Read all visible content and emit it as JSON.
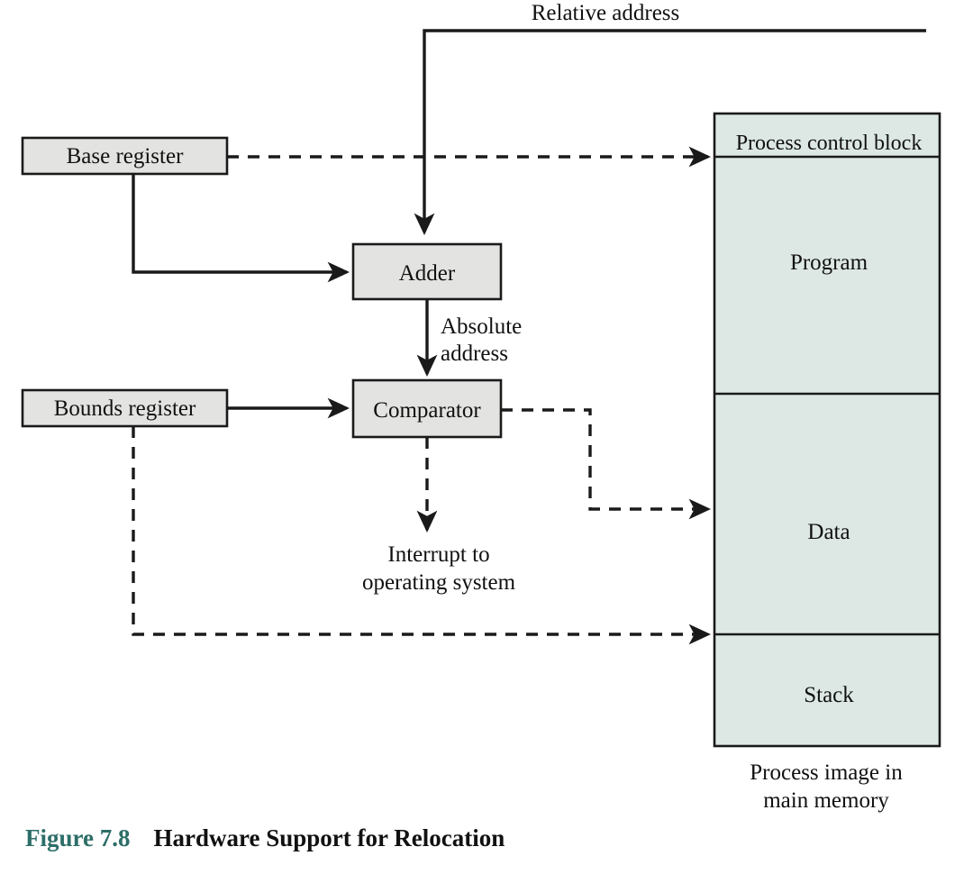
{
  "figure": {
    "number_label": "Figure 7.8",
    "title": "Hardware Support for Relocation"
  },
  "diagram": {
    "type": "block-diagram",
    "boxes": [
      {
        "id": "base-register",
        "label": "Base register"
      },
      {
        "id": "bounds-register",
        "label": "Bounds register"
      },
      {
        "id": "adder",
        "label": "Adder"
      },
      {
        "id": "comparator",
        "label": "Comparator"
      }
    ],
    "edge_labels": {
      "relative_address": "Relative address",
      "absolute_address_line1": "Absolute",
      "absolute_address_line2": "address",
      "interrupt_line1": "Interrupt to",
      "interrupt_line2": "operating system"
    },
    "memory": {
      "caption_line1": "Process image in",
      "caption_line2": "main memory",
      "segments": [
        {
          "id": "process-control-block",
          "label": "Process control block"
        },
        {
          "id": "program",
          "label": "Program"
        },
        {
          "id": "data",
          "label": "Data"
        },
        {
          "id": "stack",
          "label": "Stack"
        }
      ]
    },
    "colors": {
      "box_fill": "#e3e3e1",
      "memory_fill": "#dde8e4",
      "stroke": "#1a1a1a",
      "figure_number": "#2d6e68",
      "figure_title": "#111111",
      "background": "#ffffff"
    }
  }
}
